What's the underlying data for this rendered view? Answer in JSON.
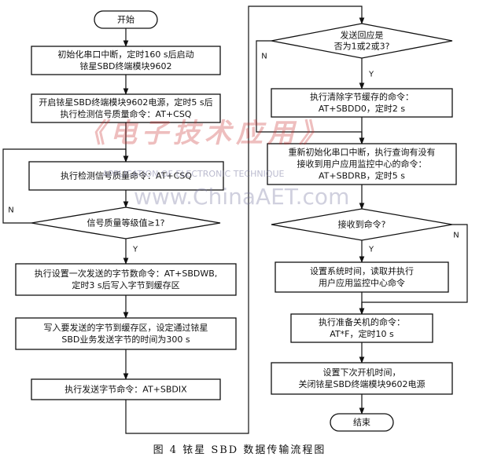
{
  "nodes": {
    "start": "开始",
    "init_serial": [
      "初始化串口中断，定时160 s后启动",
      "铱星SBD终端模块9602"
    ],
    "power_on": [
      "开启铱星SBD终端模块9602电源，定时5 s后",
      "执行检测信号质量命令：AT+CSQ"
    ],
    "check_signal": "执行检测信号质量命令：AT+CSQ",
    "signal_decision": "信号质量等级值≥1?",
    "set_bytes": [
      "执行设置一次发送的字节数命令：AT+SBDWB,",
      "定时3 s后写入字节到缓存区"
    ],
    "write_buffer": [
      "写入要发送的字节到缓存区，设定通过铱星",
      "SBD业务发送字节的时间为300 s"
    ],
    "send_bytes": "执行发送字节命令：AT+SBDIX",
    "response_decision": [
      "发送回应是",
      "否为1或2或3?"
    ],
    "clear_buffer": [
      "执行清除字节缓存的命令：",
      "AT+SBDD0，定时2 s"
    ],
    "query_command": [
      "重新初始化串口中断，执行查询有没有",
      "接收到用户应用监控中心的命令：",
      "AT+SBDRB，定时5 s"
    ],
    "received_decision": "接收到命令?",
    "set_time": [
      "设置系统时间，读取并执行",
      "用户应用监控中心命令"
    ],
    "shutdown_prep": [
      "执行准备关机的命令：",
      "AT*F，定时10 s"
    ],
    "next_boot": [
      "设置下次开机时间，",
      "关闭铱星SBD终端模块9602电源"
    ],
    "end": "结束"
  },
  "edge_labels": {
    "yes": "Y",
    "no": "N"
  },
  "caption": "图 4   铱星 SBD 数据传输流程图",
  "watermark": {
    "title": "《电子技术应用》",
    "subtitle": "APPLICATION OF ELECTRONIC TECHNIQUE",
    "site": "www.ChinaAET.com"
  }
}
